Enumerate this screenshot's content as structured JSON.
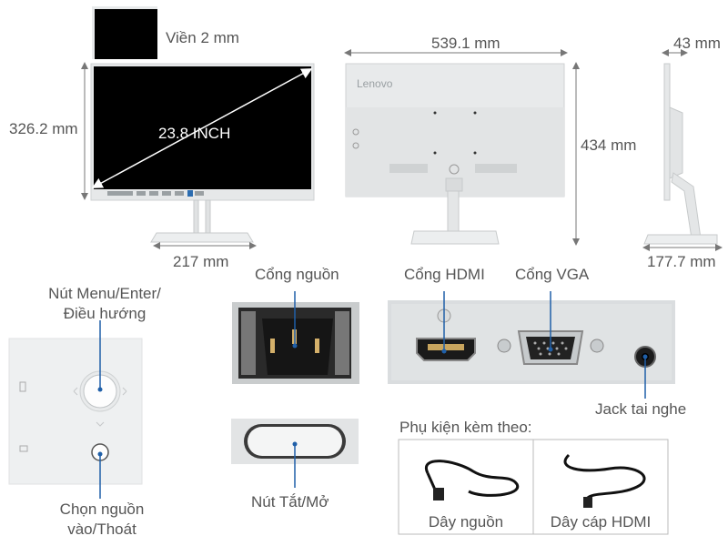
{
  "dimensions": {
    "bezel": "Viền 2 mm",
    "width": "539.1 mm",
    "depth": "43 mm",
    "screen_height": "326.2 mm",
    "diagonal": "23.8 INCH",
    "total_height": "434 mm",
    "stand_width": "217 mm",
    "stand_depth": "177.7 mm"
  },
  "brand": "Lenovo",
  "ports": {
    "power_port": "Cổng nguồn",
    "hdmi_port": "Cổng HDMI",
    "vga_port": "Cổng VGA",
    "headphone_jack": "Jack tai nghe"
  },
  "controls": {
    "menu_button": "Nút Menu/Enter/\nĐiều hướng",
    "input_button": "Chọn nguồn\nvào/Thoát",
    "power_button": "Nút Tắt/Mở"
  },
  "accessories": {
    "title": "Phụ kiện kèm theo:",
    "items": [
      "Dây nguồn",
      "Dây cáp HDMI"
    ]
  },
  "colors": {
    "monitor_white": "#e8eaeb",
    "screen_black": "#000000",
    "port_panel": "#d9dcdd",
    "label_text": "#555555"
  }
}
